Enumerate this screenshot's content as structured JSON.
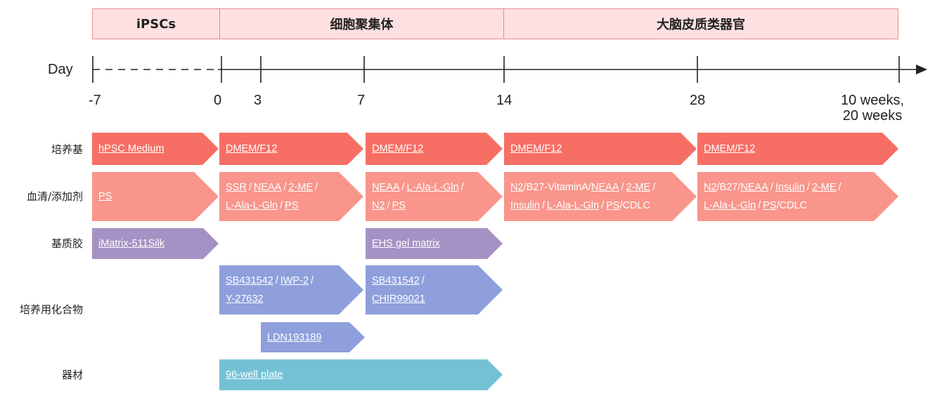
{
  "stages": [
    {
      "label": "iPSCs"
    },
    {
      "label": "细胞聚集体"
    },
    {
      "label": "大脑皮质类器官"
    }
  ],
  "timeline": {
    "axis_label": "Day",
    "ticks": [
      "-7",
      "0",
      "3",
      "7",
      "14",
      "28",
      "10 weeks,\n20 weeks"
    ]
  },
  "rows": {
    "medium": "培养基",
    "serum": "血清/添加剂",
    "matrix": "基质胶",
    "compounds": "培养用化合物",
    "equipment": "器材"
  },
  "blocks": {
    "medium": [
      {
        "lines": [
          [
            {
              "t": "hPSC Medium",
              "u": true
            }
          ]
        ]
      },
      {
        "lines": [
          [
            {
              "t": "DMEM/F12",
              "u": true
            }
          ]
        ]
      },
      {
        "lines": [
          [
            {
              "t": "DMEM/F12",
              "u": true
            }
          ]
        ]
      },
      {
        "lines": [
          [
            {
              "t": "DMEM/F12",
              "u": true
            }
          ]
        ]
      },
      {
        "lines": [
          [
            {
              "t": "DMEM/F12",
              "u": true
            }
          ]
        ]
      }
    ],
    "serum": [
      {
        "lines": [
          [
            {
              "t": "PS",
              "u": true
            }
          ]
        ]
      },
      {
        "lines": [
          [
            {
              "t": "SSR",
              "u": true
            },
            {
              "t": "/",
              "u": false
            },
            {
              "t": "NEAA",
              "u": true
            },
            {
              "t": "/",
              "u": false
            },
            {
              "t": "2-ME",
              "u": true
            },
            {
              "t": "/",
              "u": false
            }
          ],
          [
            {
              "t": "L-Ala-L-Gln",
              "u": true
            },
            {
              "t": "/",
              "u": false
            },
            {
              "t": "PS",
              "u": true
            }
          ]
        ]
      },
      {
        "lines": [
          [
            {
              "t": "NEAA",
              "u": true
            },
            {
              "t": "/",
              "u": false
            },
            {
              "t": "L-Ala-L-Gln",
              "u": true
            },
            {
              "t": "/",
              "u": false
            }
          ],
          [
            {
              "t": "N2",
              "u": true
            },
            {
              "t": "/",
              "u": false
            },
            {
              "t": "PS",
              "u": true
            }
          ]
        ]
      },
      {
        "lines": [
          [
            {
              "t": "N2",
              "u": true
            },
            {
              "t": "/B27-VitaminA/",
              "u": false
            },
            {
              "t": "NEAA",
              "u": true
            },
            {
              "t": "/",
              "u": false
            },
            {
              "t": "2-ME",
              "u": true
            },
            {
              "t": "/",
              "u": false
            }
          ],
          [
            {
              "t": "Insulin",
              "u": true
            },
            {
              "t": "/",
              "u": false
            },
            {
              "t": "L-Ala-L-Gln",
              "u": true
            },
            {
              "t": "/",
              "u": false
            },
            {
              "t": "PS",
              "u": true
            },
            {
              "t": "/CDLC",
              "u": false
            }
          ]
        ]
      },
      {
        "lines": [
          [
            {
              "t": "N2",
              "u": true
            },
            {
              "t": "/B27/",
              "u": false
            },
            {
              "t": "NEAA",
              "u": true
            },
            {
              "t": "/",
              "u": false
            },
            {
              "t": "Insulin",
              "u": true
            },
            {
              "t": "/",
              "u": false
            },
            {
              "t": "2-ME",
              "u": true
            },
            {
              "t": "/",
              "u": false
            }
          ],
          [
            {
              "t": "L-Ala-L-Gln",
              "u": true
            },
            {
              "t": "/",
              "u": false
            },
            {
              "t": "PS",
              "u": true
            },
            {
              "t": "/CDLC",
              "u": false
            }
          ]
        ]
      }
    ],
    "matrix": [
      {
        "lines": [
          [
            {
              "t": "iMatrix-511Silk",
              "u": true
            }
          ]
        ]
      },
      {
        "lines": [
          [
            {
              "t": "EHS gel matrix",
              "u": true
            }
          ]
        ]
      }
    ],
    "compounds": [
      {
        "lines": [
          [
            {
              "t": "SB431542",
              "u": true
            },
            {
              "t": "/",
              "u": false
            },
            {
              "t": "IWP-2",
              "u": true
            },
            {
              "t": "/",
              "u": false
            }
          ],
          [
            {
              "t": "Y-27632",
              "u": true
            }
          ]
        ]
      },
      {
        "lines": [
          [
            {
              "t": "SB431542",
              "u": true
            },
            {
              "t": "/",
              "u": false
            }
          ],
          [
            {
              "t": "CHIR99021",
              "u": true
            }
          ]
        ]
      },
      {
        "lines": [
          [
            {
              "t": "LDN193189",
              "u": true
            }
          ]
        ]
      }
    ],
    "equipment": [
      {
        "lines": [
          [
            {
              "t": "96-well plate",
              "u": true
            }
          ]
        ]
      }
    ]
  },
  "colors": {
    "medium": "#f76f64",
    "serum": "#f9958b",
    "matrix": "#a591c3",
    "compounds": "#8e9fdc",
    "equipment": "#74c1d6",
    "stage_fill": "#fde0e0",
    "stage_border": "#e98a8a"
  }
}
